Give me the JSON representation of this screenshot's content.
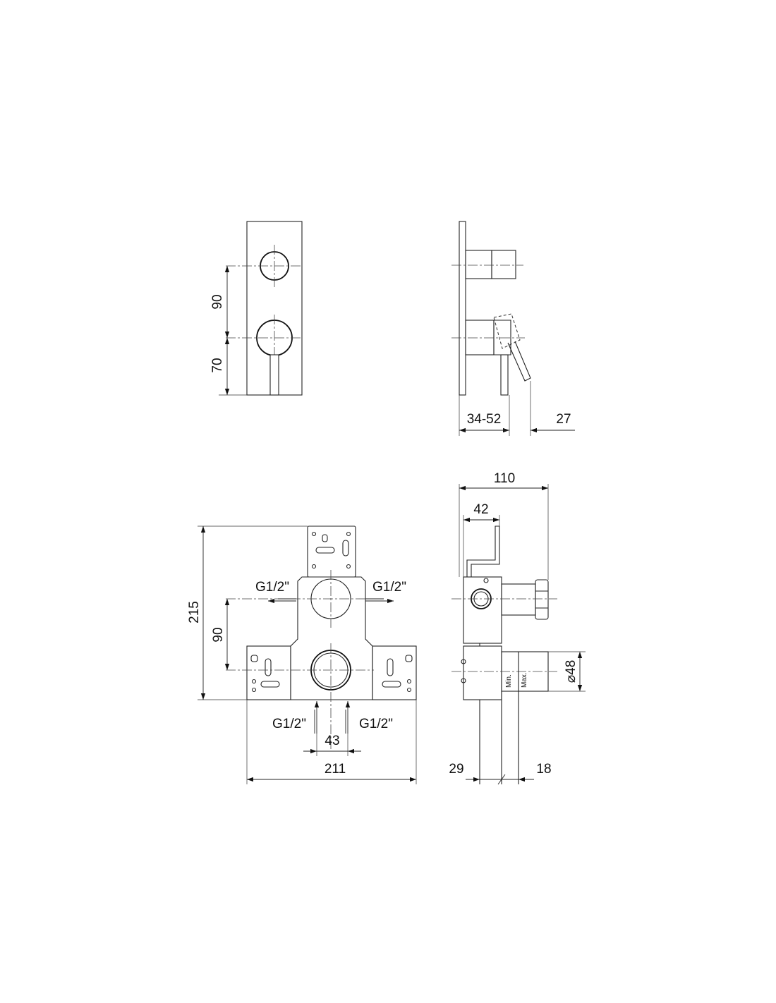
{
  "drawing": {
    "front_view": {
      "dim_spacing": "90",
      "dim_lever": "70"
    },
    "side_view": {
      "dim_depth": "34-52",
      "dim_lever": "27"
    },
    "box_front": {
      "dim_height": "215",
      "dim_spacing": "90",
      "dim_width": "211",
      "dim_inlets": "43",
      "thread_left": "G1/2\"",
      "thread_right": "G1/2\"",
      "thread_bottom_left": "G1/2\"",
      "thread_bottom_right": "G1/2\""
    },
    "box_side": {
      "dim_total": "110",
      "dim_bracket": "42",
      "dim_diameter": "⌀48",
      "dim_min": "29",
      "dim_max": "18",
      "label_min": "Min.",
      "label_max": "Max."
    }
  }
}
